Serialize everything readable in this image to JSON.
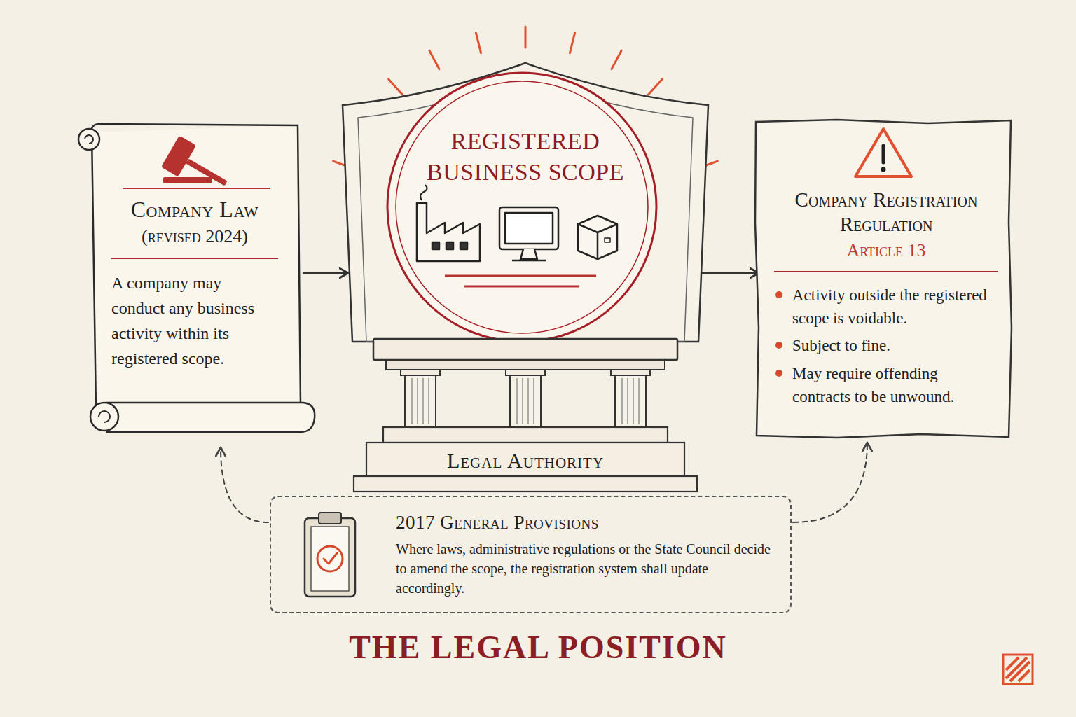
{
  "diagram": {
    "title": "THE LEGAL POSITION",
    "nodes": [
      {
        "text": [
          "Company Law",
          "(revised 2024)",
          "A company may conduct any business activity within its registered scope."
        ]
      },
      {
        "text": [
          "REGISTERED BUSINESS SCOPE"
        ]
      },
      {
        "text": [
          "Legal Authority"
        ]
      },
      {
        "text": [
          "Company Registration Regulation",
          "Article 13",
          "Activity outside the registered scope is voidable.",
          "Subject to fine.",
          "May require offending contracts to be unwound."
        ]
      },
      {
        "text": [
          "2017 General Provisions",
          "Where laws, administrative regulations or the State Council decide to amend the scope, the registration system shall update accordingly."
        ]
      }
    ],
    "edges": [
      {
        "from": 0,
        "to": 1,
        "arrow": "to"
      },
      {
        "from": 1,
        "to": 3,
        "arrow": "to"
      },
      {
        "from": 4,
        "to": 0,
        "arrow": "to"
      },
      {
        "from": 4,
        "to": 3,
        "arrow": "to"
      }
    ]
  }
}
